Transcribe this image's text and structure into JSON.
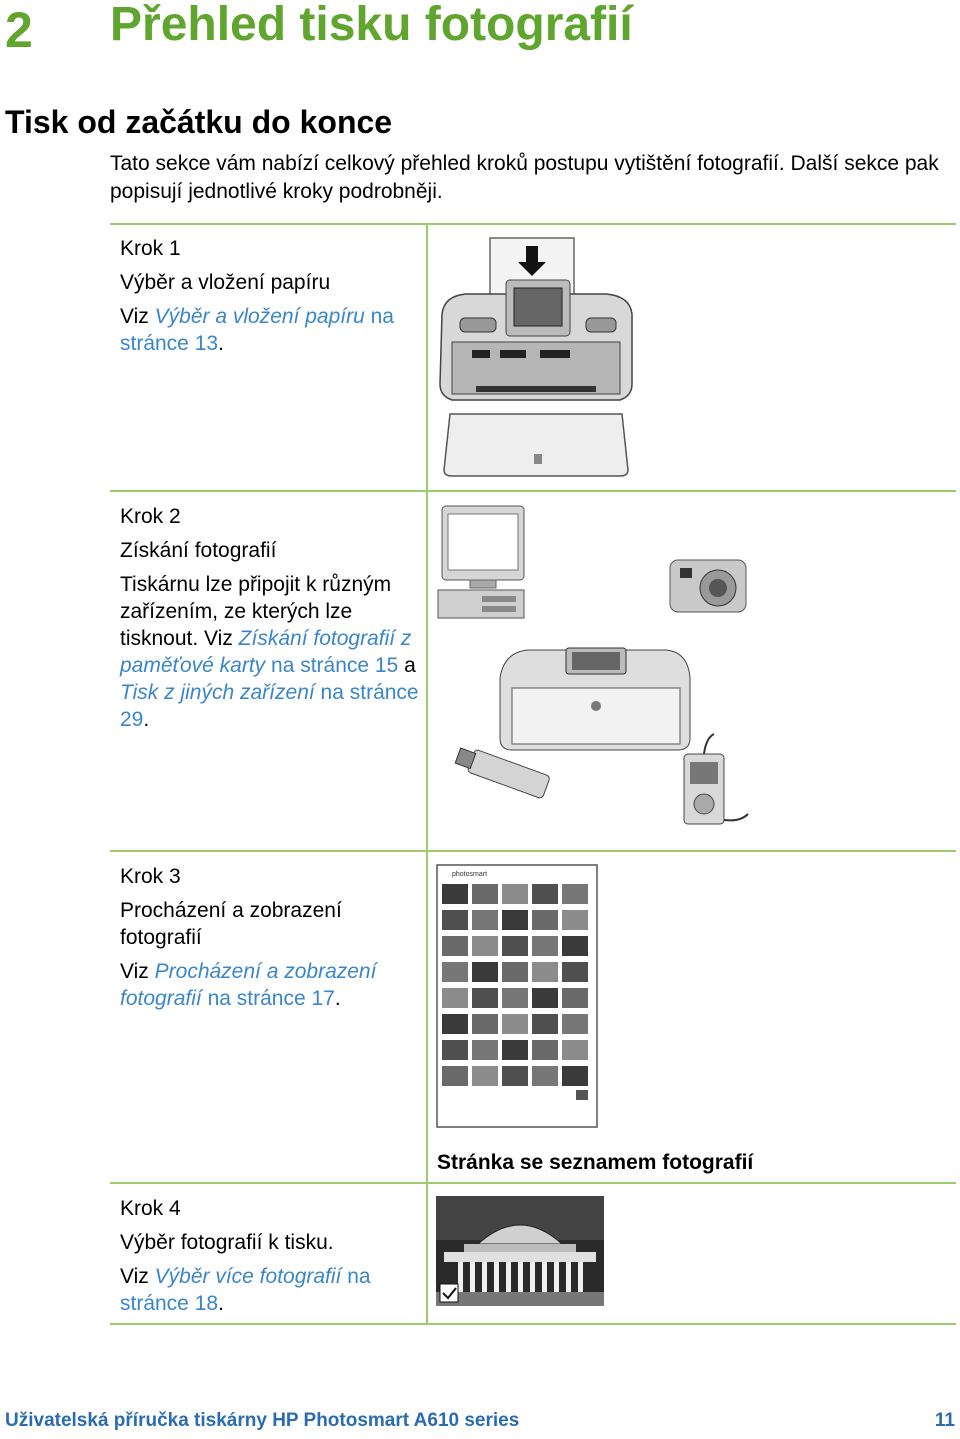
{
  "chapter": {
    "number": "2",
    "title": "Přehled tisku fotografií"
  },
  "section": {
    "title": "Tisk od začátku do konce",
    "intro": "Tato sekce vám nabízí celkový přehled kroků postupu vytištění fotografií. Další sekce pak popisují jednotlivé kroky podrobněji."
  },
  "steps": [
    {
      "label": "Krok 1",
      "title": "Výběr a vložení papíru",
      "p1": "Viz ",
      "l1": "Výběr a vložení papíru",
      "p2": " ",
      "l2": "na stránce 13",
      "p3": "."
    },
    {
      "label": "Krok 2",
      "title": "Získání fotografií",
      "text": "Tiskárnu lze připojit k různým zařízením, ze kterých lze tisknout. Viz ",
      "l1": "Získání fotografií z paměťové karty",
      "p2": " ",
      "l2": "na stránce 15",
      "p3": " a ",
      "l3": "Tisk z jiných zařízení",
      "p4": " ",
      "l4": "na stránce 29",
      "p5": "."
    },
    {
      "label": "Krok 3",
      "title": "Procházení a zobrazení fotografií",
      "p1": "Viz ",
      "l1": "Procházení a zobrazení fotografií",
      "p2": " ",
      "l2": "na stránce 17",
      "p3": "."
    },
    {
      "label": "Krok 4",
      "title": "Výběr fotografií k tisku.",
      "p1": "Viz ",
      "l1": "Výběr více fotografií",
      "p2": " ",
      "l2": "na stránce 18",
      "p3": "."
    }
  ],
  "figure_caption": "Stránka se seznamem fotografií",
  "index_sheet_brand": "photosmart",
  "footer": {
    "text": "Uživatelská příručka tiskárny HP Photosmart A610 series",
    "page": "11"
  }
}
